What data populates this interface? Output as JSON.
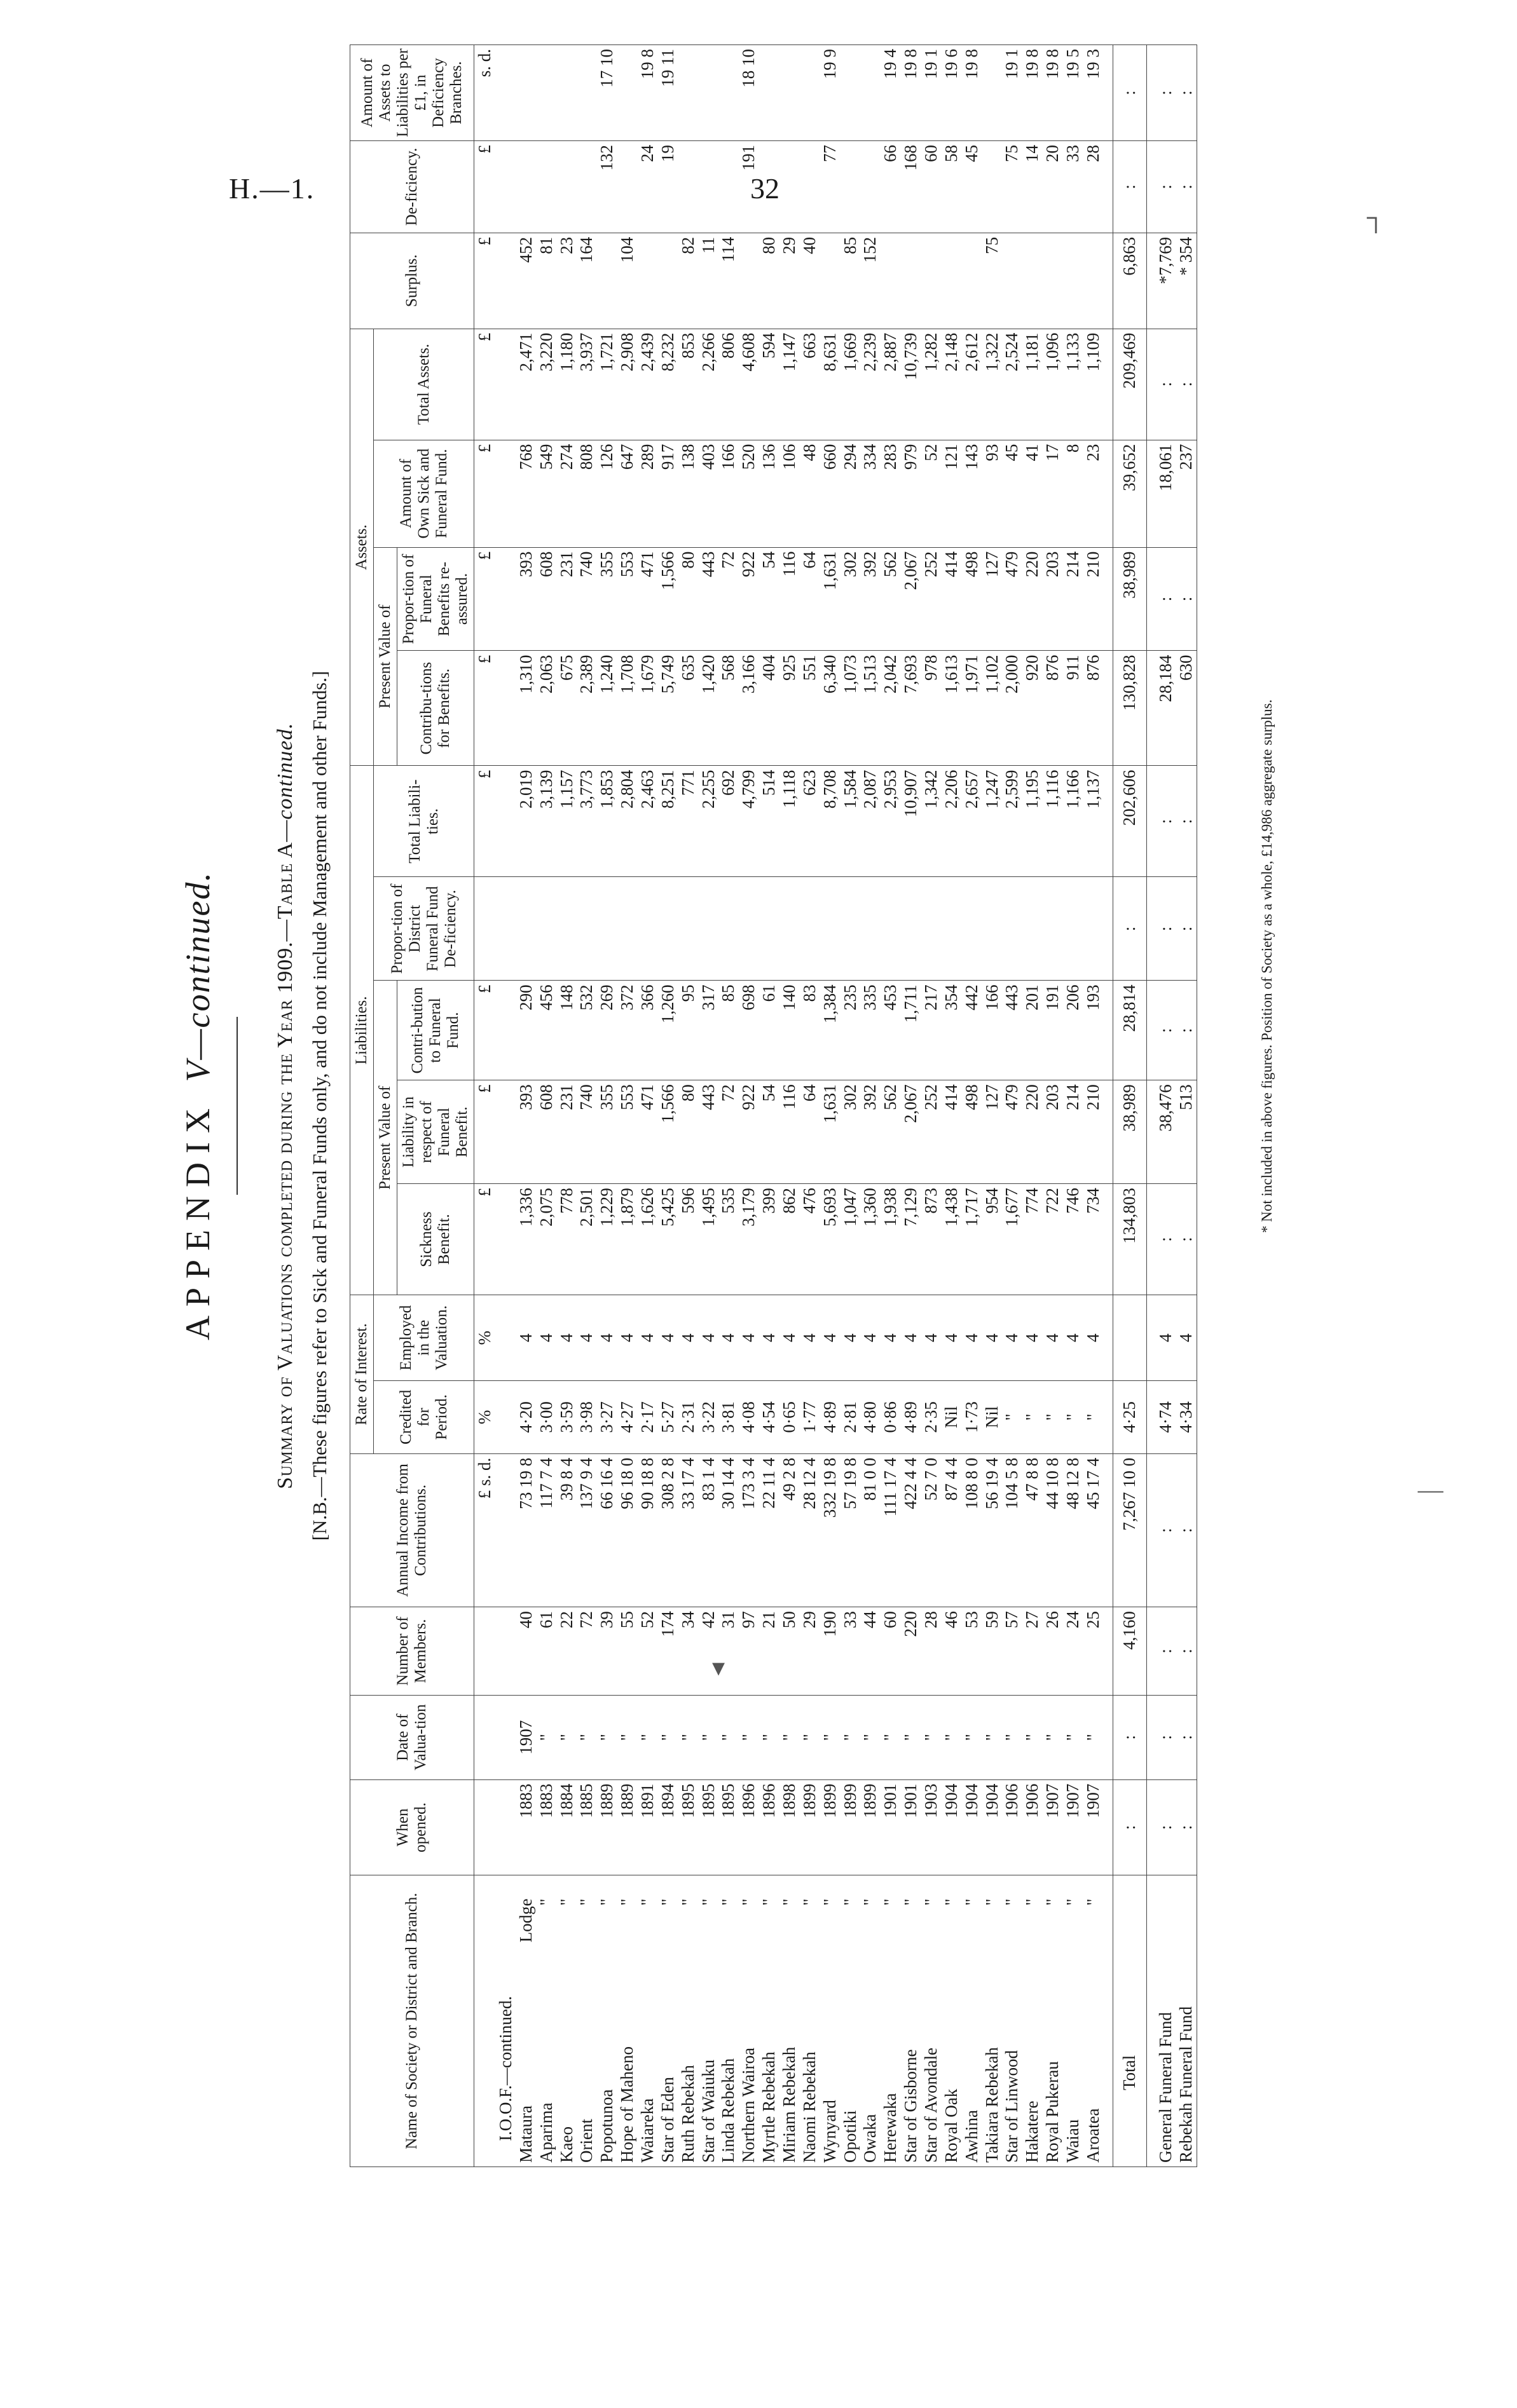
{
  "header": {
    "left": "H.—1.",
    "page_number": "32"
  },
  "appendix_title": "APPENDIX",
  "appendix_continued": "V—continued.",
  "summary_title": "Summary of Valuations completed during the Year 1909.—Table A—",
  "summary_continued": "continued.",
  "nb_note": "[N.B.—These figures refer to Sick and Funeral Funds only, and do not include Management and other Funds.]",
  "columns": {
    "name": "Name of Society or District and Branch.",
    "when_opened": "When opened.",
    "date_valuation": "Date of Valua-tion",
    "members": "Number of Members.",
    "annual_income": "Annual Income from Contributions.",
    "rate_of_interest": "Rate of Interest.",
    "credited": "Credited for Period.",
    "employed": "Employed in the Valuation.",
    "liabilities": "Liabilities.",
    "present_value_of": "Present Value of",
    "sickness_benefit": "Sickness Benefit.",
    "liability_funeral": "Liability in respect of Funeral Benefit.",
    "contrib_funeral": "Contri-bution to Funeral Fund.",
    "prop_district": "Propor-tion of District Funeral Fund De-ficiency.",
    "total_liabilities": "Total Liabili-ties.",
    "assets": "Assets.",
    "present_value_of_assets": "Present Value of",
    "contrib_benefits": "Contribu-tions for Benefits.",
    "prop_funeral_reassured": "Propor-tion of Funeral Benefits re-assured.",
    "amount_own": "Amount of Own Sick and Funeral Fund.",
    "total_assets": "Total Assets.",
    "surplus": "Surplus.",
    "deficiency": "De-ficiency.",
    "amount_assets": "Amount of Assets to Liabilities per £1, in Deficiency Branches."
  },
  "units": {
    "money": "£",
    "sd": "£    s.   d.",
    "pct": "%",
    "sd2": "s.   d."
  },
  "section_heading": "I.O.O.F.—continued.",
  "rows": [
    {
      "name": "Mataura",
      "suffix": "Lodge",
      "opened": "1883",
      "date": "1907",
      "members": "40",
      "income": "73  19   8",
      "credited": "4·20",
      "employed": "4",
      "sickness": "1,336",
      "funeral_liab": "393",
      "contrib_ff": "290",
      "prop": "",
      "total_liab": "2,019",
      "contrib_ben": "1,310",
      "prop_reass": "393",
      "own_fund": "768",
      "total_assets": "2,471",
      "surplus": "452",
      "deficiency": "",
      "per_pound": ""
    },
    {
      "name": "Aparima",
      "suffix": "\"",
      "opened": "1883",
      "date": "\"",
      "members": "61",
      "income": "117   7   4",
      "credited": "3·00",
      "employed": "4",
      "sickness": "2,075",
      "funeral_liab": "608",
      "contrib_ff": "456",
      "prop": "",
      "total_liab": "3,139",
      "contrib_ben": "2,063",
      "prop_reass": "608",
      "own_fund": "549",
      "total_assets": "3,220",
      "surplus": "81",
      "deficiency": "",
      "per_pound": ""
    },
    {
      "name": "Kaeo",
      "suffix": "\"",
      "opened": "1884",
      "date": "\"",
      "members": "22",
      "income": "39   8   4",
      "credited": "3·59",
      "employed": "4",
      "sickness": "778",
      "funeral_liab": "231",
      "contrib_ff": "148",
      "prop": "",
      "total_liab": "1,157",
      "contrib_ben": "675",
      "prop_reass": "231",
      "own_fund": "274",
      "total_assets": "1,180",
      "surplus": "23",
      "deficiency": "",
      "per_pound": ""
    },
    {
      "name": "Orient",
      "suffix": "\"",
      "opened": "1885",
      "date": "\"",
      "members": "72",
      "income": "137   9   4",
      "credited": "3·98",
      "employed": "4",
      "sickness": "2,501",
      "funeral_liab": "740",
      "contrib_ff": "532",
      "prop": "",
      "total_liab": "3,773",
      "contrib_ben": "2,389",
      "prop_reass": "740",
      "own_fund": "808",
      "total_assets": "3,937",
      "surplus": "164",
      "deficiency": "",
      "per_pound": ""
    },
    {
      "name": "Popotunoa",
      "suffix": "\"",
      "opened": "1889",
      "date": "\"",
      "members": "39",
      "income": "66  16   4",
      "credited": "3·27",
      "employed": "4",
      "sickness": "1,229",
      "funeral_liab": "355",
      "contrib_ff": "269",
      "prop": "",
      "total_liab": "1,853",
      "contrib_ben": "1,240",
      "prop_reass": "355",
      "own_fund": "126",
      "total_assets": "1,721",
      "surplus": "",
      "deficiency": "132",
      "per_pound": "17  10"
    },
    {
      "name": "Hope of Maheno",
      "suffix": "\"",
      "opened": "1889",
      "date": "\"",
      "members": "55",
      "income": "96  18   0",
      "credited": "4·27",
      "employed": "4",
      "sickness": "1,879",
      "funeral_liab": "553",
      "contrib_ff": "372",
      "prop": "",
      "total_liab": "2,804",
      "contrib_ben": "1,708",
      "prop_reass": "553",
      "own_fund": "647",
      "total_assets": "2,908",
      "surplus": "104",
      "deficiency": "",
      "per_pound": ""
    },
    {
      "name": "Waiareka",
      "suffix": "\"",
      "opened": "1891",
      "date": "\"",
      "members": "52",
      "income": "90  18   8",
      "credited": "2·17",
      "employed": "4",
      "sickness": "1,626",
      "funeral_liab": "471",
      "contrib_ff": "366",
      "prop": "",
      "total_liab": "2,463",
      "contrib_ben": "1,679",
      "prop_reass": "471",
      "own_fund": "289",
      "total_assets": "2,439",
      "surplus": "",
      "deficiency": "24",
      "per_pound": "19   8"
    },
    {
      "name": "Star of Eden",
      "suffix": "\"",
      "opened": "1894",
      "date": "\"",
      "members": "174",
      "income": "308   2   8",
      "credited": "5·27",
      "employed": "4",
      "sickness": "5,425",
      "funeral_liab": "1,566",
      "contrib_ff": "1,260",
      "prop": "",
      "total_liab": "8,251",
      "contrib_ben": "5,749",
      "prop_reass": "1,566",
      "own_fund": "917",
      "total_assets": "8,232",
      "surplus": "",
      "deficiency": "19",
      "per_pound": "19  11"
    },
    {
      "name": "Ruth Rebekah",
      "suffix": "\"",
      "opened": "1895",
      "date": "\"",
      "members": "34",
      "income": "33  17   4",
      "credited": "2·31",
      "employed": "4",
      "sickness": "596",
      "funeral_liab": "80",
      "contrib_ff": "95",
      "prop": "",
      "total_liab": "771",
      "contrib_ben": "635",
      "prop_reass": "80",
      "own_fund": "138",
      "total_assets": "853",
      "surplus": "82",
      "deficiency": "",
      "per_pound": ""
    },
    {
      "name": "Star of Waiuku",
      "suffix": "\"",
      "opened": "1895",
      "date": "\"",
      "members": "42",
      "income": "83   1   4",
      "credited": "3·22",
      "employed": "4",
      "sickness": "1,495",
      "funeral_liab": "443",
      "contrib_ff": "317",
      "prop": "",
      "total_liab": "2,255",
      "contrib_ben": "1,420",
      "prop_reass": "443",
      "own_fund": "403",
      "total_assets": "2,266",
      "surplus": "11",
      "deficiency": "",
      "per_pound": ""
    },
    {
      "name": "Linda Rebekah",
      "suffix": "\"",
      "opened": "1895",
      "date": "\"",
      "members": "31",
      "income": "30  14   4",
      "credited": "3·81",
      "employed": "4",
      "sickness": "535",
      "funeral_liab": "72",
      "contrib_ff": "85",
      "prop": "",
      "total_liab": "692",
      "contrib_ben": "568",
      "prop_reass": "72",
      "own_fund": "166",
      "total_assets": "806",
      "surplus": "114",
      "deficiency": "",
      "per_pound": ""
    },
    {
      "name": "Northern Wairoa",
      "suffix": "\"",
      "opened": "1896",
      "date": "\"",
      "members": "97",
      "income": "173   3   4",
      "credited": "4·08",
      "employed": "4",
      "sickness": "3,179",
      "funeral_liab": "922",
      "contrib_ff": "698",
      "prop": "",
      "total_liab": "4,799",
      "contrib_ben": "3,166",
      "prop_reass": "922",
      "own_fund": "520",
      "total_assets": "4,608",
      "surplus": "",
      "deficiency": "191",
      "per_pound": "18  10"
    },
    {
      "name": "Myrtle Rebekah",
      "suffix": "\"",
      "opened": "1896",
      "date": "\"",
      "members": "21",
      "income": "22  11   4",
      "credited": "4·54",
      "employed": "4",
      "sickness": "399",
      "funeral_liab": "54",
      "contrib_ff": "61",
      "prop": "",
      "total_liab": "514",
      "contrib_ben": "404",
      "prop_reass": "54",
      "own_fund": "136",
      "total_assets": "594",
      "surplus": "80",
      "deficiency": "",
      "per_pound": ""
    },
    {
      "name": "Miriam Rebekah",
      "suffix": "\"",
      "opened": "1898",
      "date": "\"",
      "members": "50",
      "income": "49   2   8",
      "credited": "0·65",
      "employed": "4",
      "sickness": "862",
      "funeral_liab": "116",
      "contrib_ff": "140",
      "prop": "",
      "total_liab": "1,118",
      "contrib_ben": "925",
      "prop_reass": "116",
      "own_fund": "106",
      "total_assets": "1,147",
      "surplus": "29",
      "deficiency": "",
      "per_pound": ""
    },
    {
      "name": "Naomi Rebekah",
      "suffix": "\"",
      "opened": "1899",
      "date": "\"",
      "members": "29",
      "income": "28  12   4",
      "credited": "1·77",
      "employed": "4",
      "sickness": "476",
      "funeral_liab": "64",
      "contrib_ff": "83",
      "prop": "",
      "total_liab": "623",
      "contrib_ben": "551",
      "prop_reass": "64",
      "own_fund": "48",
      "total_assets": "663",
      "surplus": "40",
      "deficiency": "",
      "per_pound": ""
    },
    {
      "name": "Wynyard",
      "suffix": "\"",
      "opened": "1899",
      "date": "\"",
      "members": "190",
      "income": "332  19   8",
      "credited": "4·89",
      "employed": "4",
      "sickness": "5,693",
      "funeral_liab": "1,631",
      "contrib_ff": "1,384",
      "prop": "",
      "total_liab": "8,708",
      "contrib_ben": "6,340",
      "prop_reass": "1,631",
      "own_fund": "660",
      "total_assets": "8,631",
      "surplus": "",
      "deficiency": "77",
      "per_pound": "19   9"
    },
    {
      "name": "Opotiki",
      "suffix": "\"",
      "opened": "1899",
      "date": "\"",
      "members": "33",
      "income": "57  19   8",
      "credited": "2·81",
      "employed": "4",
      "sickness": "1,047",
      "funeral_liab": "302",
      "contrib_ff": "235",
      "prop": "",
      "total_liab": "1,584",
      "contrib_ben": "1,073",
      "prop_reass": "302",
      "own_fund": "294",
      "total_assets": "1,669",
      "surplus": "85",
      "deficiency": "",
      "per_pound": ""
    },
    {
      "name": "Owaka",
      "suffix": "\"",
      "opened": "1899",
      "date": "\"",
      "members": "44",
      "income": "81   0   0",
      "credited": "4·80",
      "employed": "4",
      "sickness": "1,360",
      "funeral_liab": "392",
      "contrib_ff": "335",
      "prop": "",
      "total_liab": "2,087",
      "contrib_ben": "1,513",
      "prop_reass": "392",
      "own_fund": "334",
      "total_assets": "2,239",
      "surplus": "152",
      "deficiency": "",
      "per_pound": ""
    },
    {
      "name": "Herewaka",
      "suffix": "\"",
      "opened": "1901",
      "date": "\"",
      "members": "60",
      "income": "111  17   4",
      "credited": "0·86",
      "employed": "4",
      "sickness": "1,938",
      "funeral_liab": "562",
      "contrib_ff": "453",
      "prop": "",
      "total_liab": "2,953",
      "contrib_ben": "2,042",
      "prop_reass": "562",
      "own_fund": "283",
      "total_assets": "2,887",
      "surplus": "",
      "deficiency": "66",
      "per_pound": "19   4"
    },
    {
      "name": "Star of Gisborne",
      "suffix": "\"",
      "opened": "1901",
      "date": "\"",
      "members": "220",
      "income": "422   4   4",
      "credited": "4·89",
      "employed": "4",
      "sickness": "7,129",
      "funeral_liab": "2,067",
      "contrib_ff": "1,711",
      "prop": "",
      "total_liab": "10,907",
      "contrib_ben": "7,693",
      "prop_reass": "2,067",
      "own_fund": "979",
      "total_assets": "10,739",
      "surplus": "",
      "deficiency": "168",
      "per_pound": "19   8"
    },
    {
      "name": "Star of Avondale",
      "suffix": "\"",
      "opened": "1903",
      "date": "\"",
      "members": "28",
      "income": "52   7   0",
      "credited": "2·35",
      "employed": "4",
      "sickness": "873",
      "funeral_liab": "252",
      "contrib_ff": "217",
      "prop": "",
      "total_liab": "1,342",
      "contrib_ben": "978",
      "prop_reass": "252",
      "own_fund": "52",
      "total_assets": "1,282",
      "surplus": "",
      "deficiency": "60",
      "per_pound": "19   1"
    },
    {
      "name": "Royal Oak",
      "suffix": "\"",
      "opened": "1904",
      "date": "\"",
      "members": "46",
      "income": "87   4   4",
      "credited": "Nil",
      "employed": "4",
      "sickness": "1,438",
      "funeral_liab": "414",
      "contrib_ff": "354",
      "prop": "",
      "total_liab": "2,206",
      "contrib_ben": "1,613",
      "prop_reass": "414",
      "own_fund": "121",
      "total_assets": "2,148",
      "surplus": "",
      "deficiency": "58",
      "per_pound": "19   6"
    },
    {
      "name": "Awhina",
      "suffix": "\"",
      "opened": "1904",
      "date": "\"",
      "members": "53",
      "income": "108   8   0",
      "credited": "1·73",
      "employed": "4",
      "sickness": "1,717",
      "funeral_liab": "498",
      "contrib_ff": "442",
      "prop": "",
      "total_liab": "2,657",
      "contrib_ben": "1,971",
      "prop_reass": "498",
      "own_fund": "143",
      "total_assets": "2,612",
      "surplus": "",
      "deficiency": "45",
      "per_pound": "19   8"
    },
    {
      "name": "Takiara Rebekah",
      "suffix": "\"",
      "opened": "1904",
      "date": "\"",
      "members": "59",
      "income": "56  19   4",
      "credited": "Nil",
      "employed": "4",
      "sickness": "954",
      "funeral_liab": "127",
      "contrib_ff": "166",
      "prop": "",
      "total_liab": "1,247",
      "contrib_ben": "1,102",
      "prop_reass": "127",
      "own_fund": "93",
      "total_assets": "1,322",
      "surplus": "75",
      "deficiency": "",
      "per_pound": ""
    },
    {
      "name": "Star of Linwood",
      "suffix": "\"",
      "opened": "1906",
      "date": "\"",
      "members": "57",
      "income": "104   5   8",
      "credited": "\"",
      "employed": "4",
      "sickness": "1,677",
      "funeral_liab": "479",
      "contrib_ff": "443",
      "prop": "",
      "total_liab": "2,599",
      "contrib_ben": "2,000",
      "prop_reass": "479",
      "own_fund": "45",
      "total_assets": "2,524",
      "surplus": "",
      "deficiency": "75",
      "per_pound": "19   1"
    },
    {
      "name": "Hakatere",
      "suffix": "\"",
      "opened": "1906",
      "date": "\"",
      "members": "27",
      "income": "47   8   8",
      "credited": "\"",
      "employed": "4",
      "sickness": "774",
      "funeral_liab": "220",
      "contrib_ff": "201",
      "prop": "",
      "total_liab": "1,195",
      "contrib_ben": "920",
      "prop_reass": "220",
      "own_fund": "41",
      "total_assets": "1,181",
      "surplus": "",
      "deficiency": "14",
      "per_pound": "19   8"
    },
    {
      "name": "Royal Pukerau",
      "suffix": "\"",
      "opened": "1907",
      "date": "\"",
      "members": "26",
      "income": "44  10   8",
      "credited": "\"",
      "employed": "4",
      "sickness": "722",
      "funeral_liab": "203",
      "contrib_ff": "191",
      "prop": "",
      "total_liab": "1,116",
      "contrib_ben": "876",
      "prop_reass": "203",
      "own_fund": "17",
      "total_assets": "1,096",
      "surplus": "",
      "deficiency": "20",
      "per_pound": "19   8"
    },
    {
      "name": "Waiau",
      "suffix": "\"",
      "opened": "1907",
      "date": "\"",
      "members": "24",
      "income": "48  12   8",
      "credited": "\"",
      "employed": "4",
      "sickness": "746",
      "funeral_liab": "214",
      "contrib_ff": "206",
      "prop": "",
      "total_liab": "1,166",
      "contrib_ben": "911",
      "prop_reass": "214",
      "own_fund": "8",
      "total_assets": "1,133",
      "surplus": "",
      "deficiency": "33",
      "per_pound": "19   5"
    },
    {
      "name": "Aroatea",
      "suffix": "\"",
      "opened": "1907",
      "date": "\"",
      "members": "25",
      "income": "45  17   4",
      "credited": "\"",
      "employed": "4",
      "sickness": "734",
      "funeral_liab": "210",
      "contrib_ff": "193",
      "prop": "",
      "total_liab": "1,137",
      "contrib_ben": "876",
      "prop_reass": "210",
      "own_fund": "23",
      "total_assets": "1,109",
      "surplus": "",
      "deficiency": "28",
      "per_pound": "19   3"
    }
  ],
  "total_row": {
    "name": "Total",
    "members": "4,160",
    "income": "7,267  10   0",
    "credited": "4·25",
    "sickness": "134,803",
    "funeral_liab": "38,989",
    "contrib_ff": "28,814",
    "total_liab": "202,606",
    "contrib_ben": "130,828",
    "prop_reass": "38,989",
    "own_fund": "39,652",
    "total_assets": "209,469",
    "surplus": "6,863"
  },
  "fund_rows": [
    {
      "name": "General Funeral Fund",
      "credited": "4·74",
      "employed": "4",
      "funeral_liab": "38,476",
      "contrib_ben": "28,184",
      "own_fund": "18,061",
      "surplus": "*7,769"
    },
    {
      "name": "Rebekah Funeral Fund",
      "credited": "4·34",
      "employed": "4",
      "funeral_liab": "513",
      "contrib_ben": "630",
      "own_fund": "237",
      "surplus": "*  354"
    }
  ],
  "dots": ":",
  "footnote": "* Not included in above figures.   Position of Society as a whole, £14,986 aggregate surplus."
}
